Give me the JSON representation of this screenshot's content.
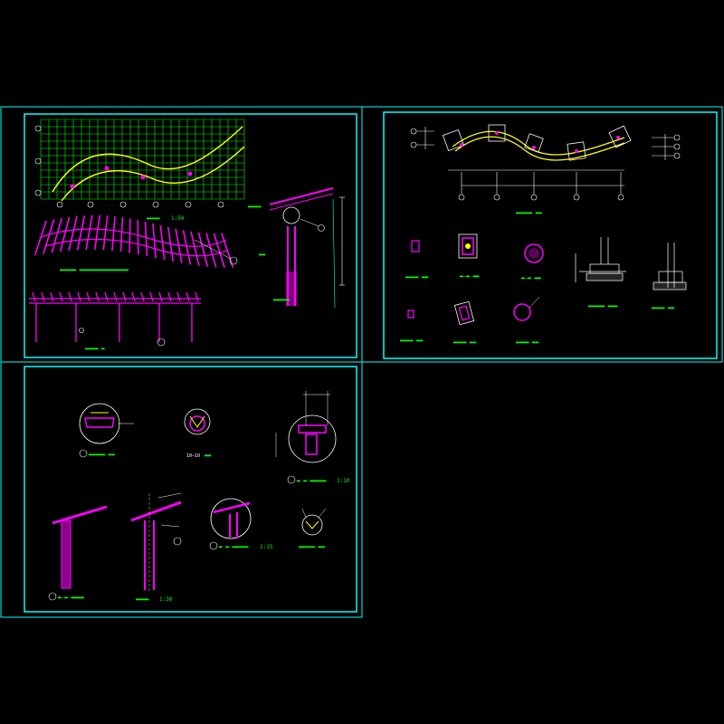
{
  "colors": {
    "background": "#000000",
    "frame": "#00ffff",
    "primary_line": "#ff00ff",
    "secondary_line": "#ffff00",
    "grid_line": "#00ff00",
    "annotation": "#ffffff"
  },
  "labels": {
    "scale_1_10": "1:10",
    "scale_1_15": "1:15",
    "scale_1_30": "1:30",
    "scale_1_50": "1:50",
    "section_10_10": "10—10"
  },
  "icons": [
    "axis-bubble-icon",
    "section-marker-icon",
    "detail-callout-icon"
  ]
}
